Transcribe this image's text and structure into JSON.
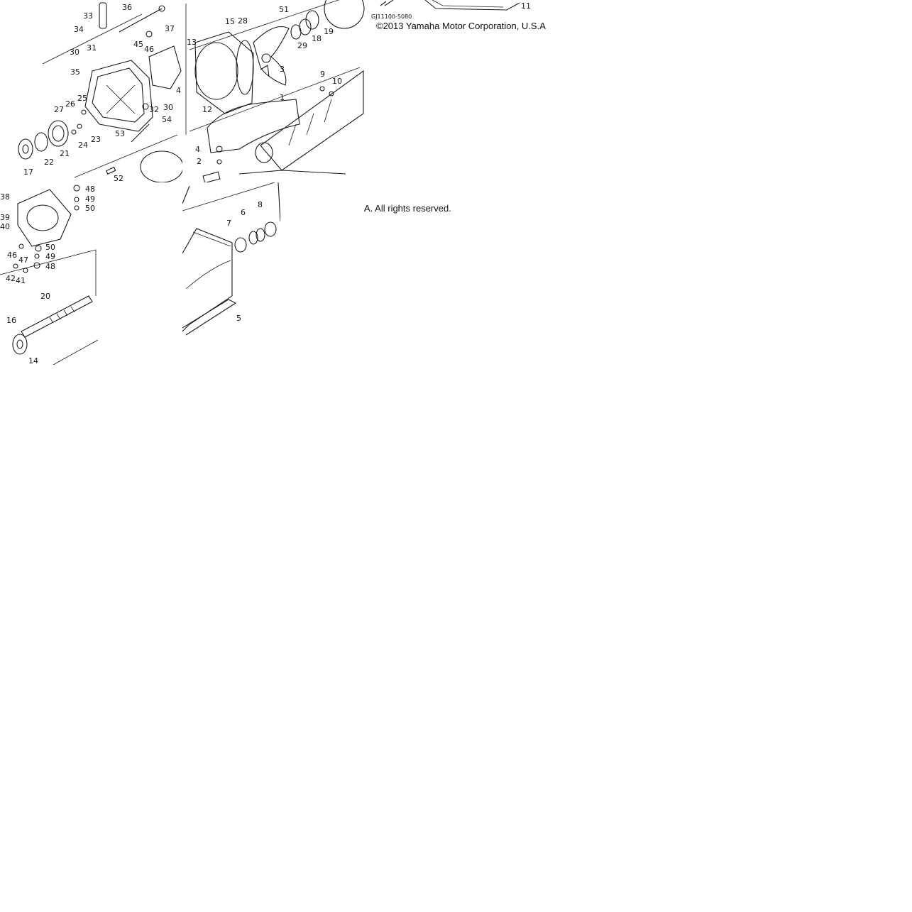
{
  "copyright_line1": "©2013 Yamaha Motor Corporation, U.S.A",
  "copyright_line2": "A. All rights reserved.",
  "figure_code": "GJ11100-5080",
  "part_labels": {
    "p1": "1",
    "p2": "2",
    "p3": "3",
    "p4": "4",
    "p5": "5",
    "p6": "6",
    "p7": "7",
    "p8": "8",
    "p9": "9",
    "p10": "10",
    "p11": "11",
    "p12": "12",
    "p13": "13",
    "p14": "14",
    "p15": "15",
    "p16": "16",
    "p17": "17",
    "p18": "18",
    "p19": "19",
    "p20": "20",
    "p21": "21",
    "p22": "22",
    "p23": "23",
    "p24": "24",
    "p25": "25",
    "p26": "26",
    "p27": "27",
    "p28": "28",
    "p29": "29",
    "p30": "30",
    "p31": "31",
    "p32": "32",
    "p33": "33",
    "p34": "34",
    "p35": "35",
    "p36": "36",
    "p37": "37",
    "p38": "38",
    "p39": "39",
    "p40": "40",
    "p41": "41",
    "p42": "42",
    "p45": "45",
    "p46": "46",
    "p47": "47",
    "p48": "48",
    "p49": "49",
    "p50": "50",
    "p51": "51",
    "p52": "52",
    "p53": "53",
    "p54": "54"
  }
}
